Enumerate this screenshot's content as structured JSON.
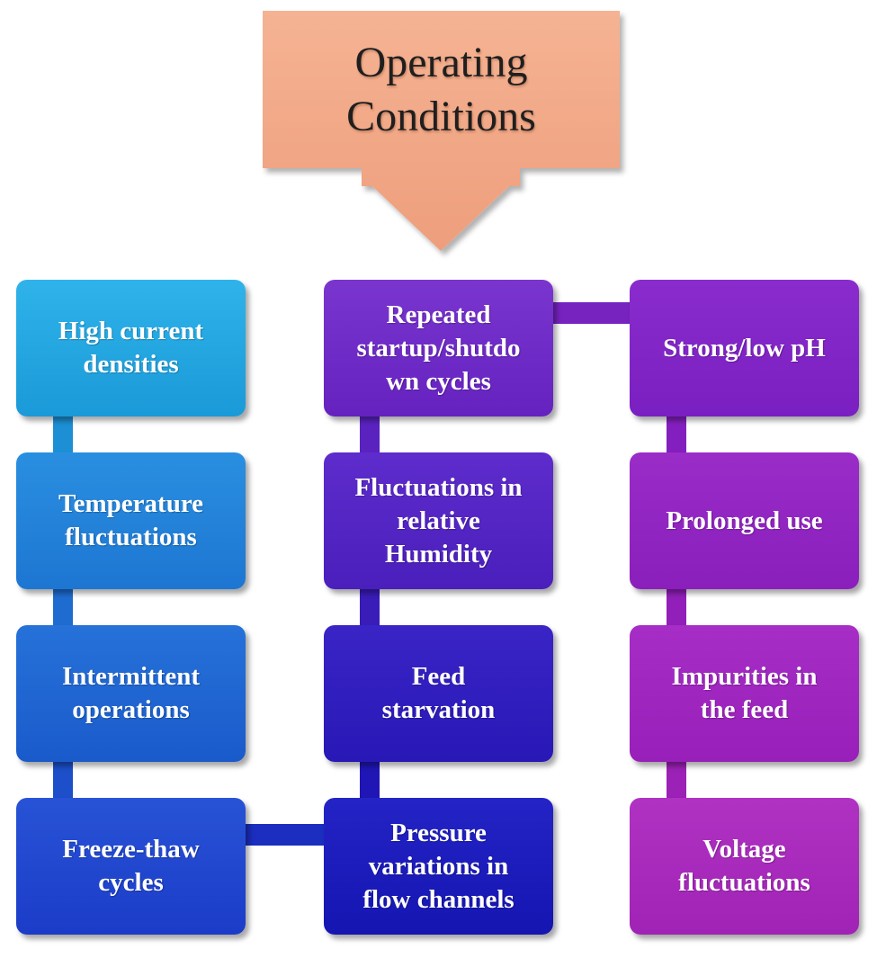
{
  "title": {
    "line1": "Operating",
    "line2": "Conditions"
  },
  "colors": {
    "header": "#f2a887",
    "blue_column": "#1d76d2",
    "indigo_column": "#4a1fbc",
    "purple_column": "#981fb9"
  },
  "columns": [
    {
      "items": [
        "High current\ndensities",
        "Temperature\nfluctuations",
        "Intermittent\noperations",
        "Freeze-thaw\ncycles"
      ]
    },
    {
      "items": [
        "Repeated\nstartup/shutdo\nwn cycles",
        "Fluctuations in\nrelative\nHumidity",
        "Feed\nstarvation",
        "Pressure\nvariations in\nflow channels"
      ]
    },
    {
      "items": [
        "Strong/low pH",
        "Prolonged use",
        "Impurities in\nthe feed",
        "Voltage\nfluctuations"
      ]
    }
  ]
}
